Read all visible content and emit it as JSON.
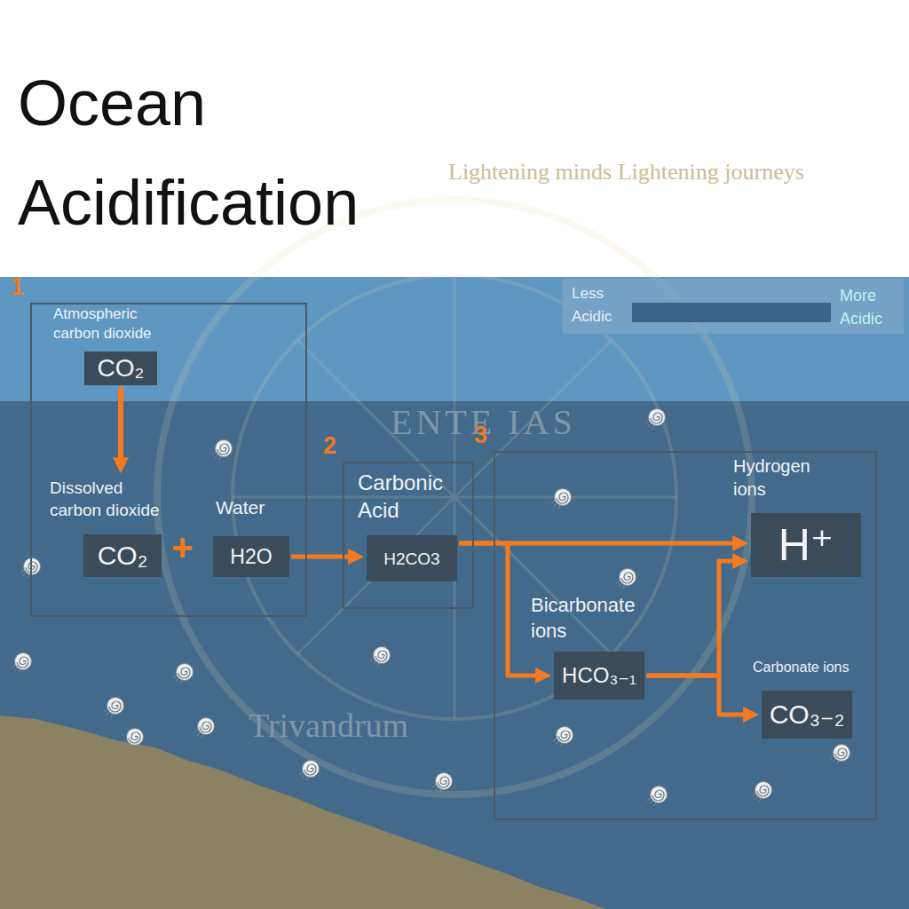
{
  "diagram": {
    "title": "Ocean Acidification",
    "nodes": [
      {
        "text": [
          "1"
        ]
      },
      {
        "text": [
          "Atmospheric carbon dioxide",
          "CO₂"
        ],
        "in": 0
      },
      {
        "text": [
          "Dissolved carbon dioxide",
          "CO₂"
        ],
        "in": 0
      },
      {
        "text": [
          "Water",
          "H2O"
        ],
        "in": 0
      },
      {
        "text": [
          "2",
          "Carbonic Acid"
        ]
      },
      {
        "text": [
          "H2CO3"
        ],
        "in": 4
      },
      {
        "text": [
          "3"
        ]
      },
      {
        "text": [
          "Hydrogen ions",
          "H⁺"
        ],
        "in": 6
      },
      {
        "text": [
          "Bicarbonate ions",
          "HCO₃₋₁"
        ],
        "in": 6
      },
      {
        "text": [
          "Carbonate ions",
          "CO₃₋₂"
        ],
        "in": 6
      }
    ],
    "edges": [
      {
        "from": 1,
        "to": 2,
        "arrow": "to"
      },
      {
        "from": 3,
        "to": 5,
        "arrow": "to"
      },
      {
        "from": 5,
        "to": 7,
        "arrow": "to"
      },
      {
        "from": 5,
        "to": 8,
        "arrow": "to"
      },
      {
        "from": 8,
        "to": 7,
        "arrow": "to"
      },
      {
        "from": 8,
        "to": 9,
        "arrow": "to"
      }
    ],
    "labels": [
      "Less Acidic",
      "More Acidic",
      "+",
      "Lightening minds Lightening journeys",
      "ENTE IAS",
      "Trivandrum"
    ]
  }
}
